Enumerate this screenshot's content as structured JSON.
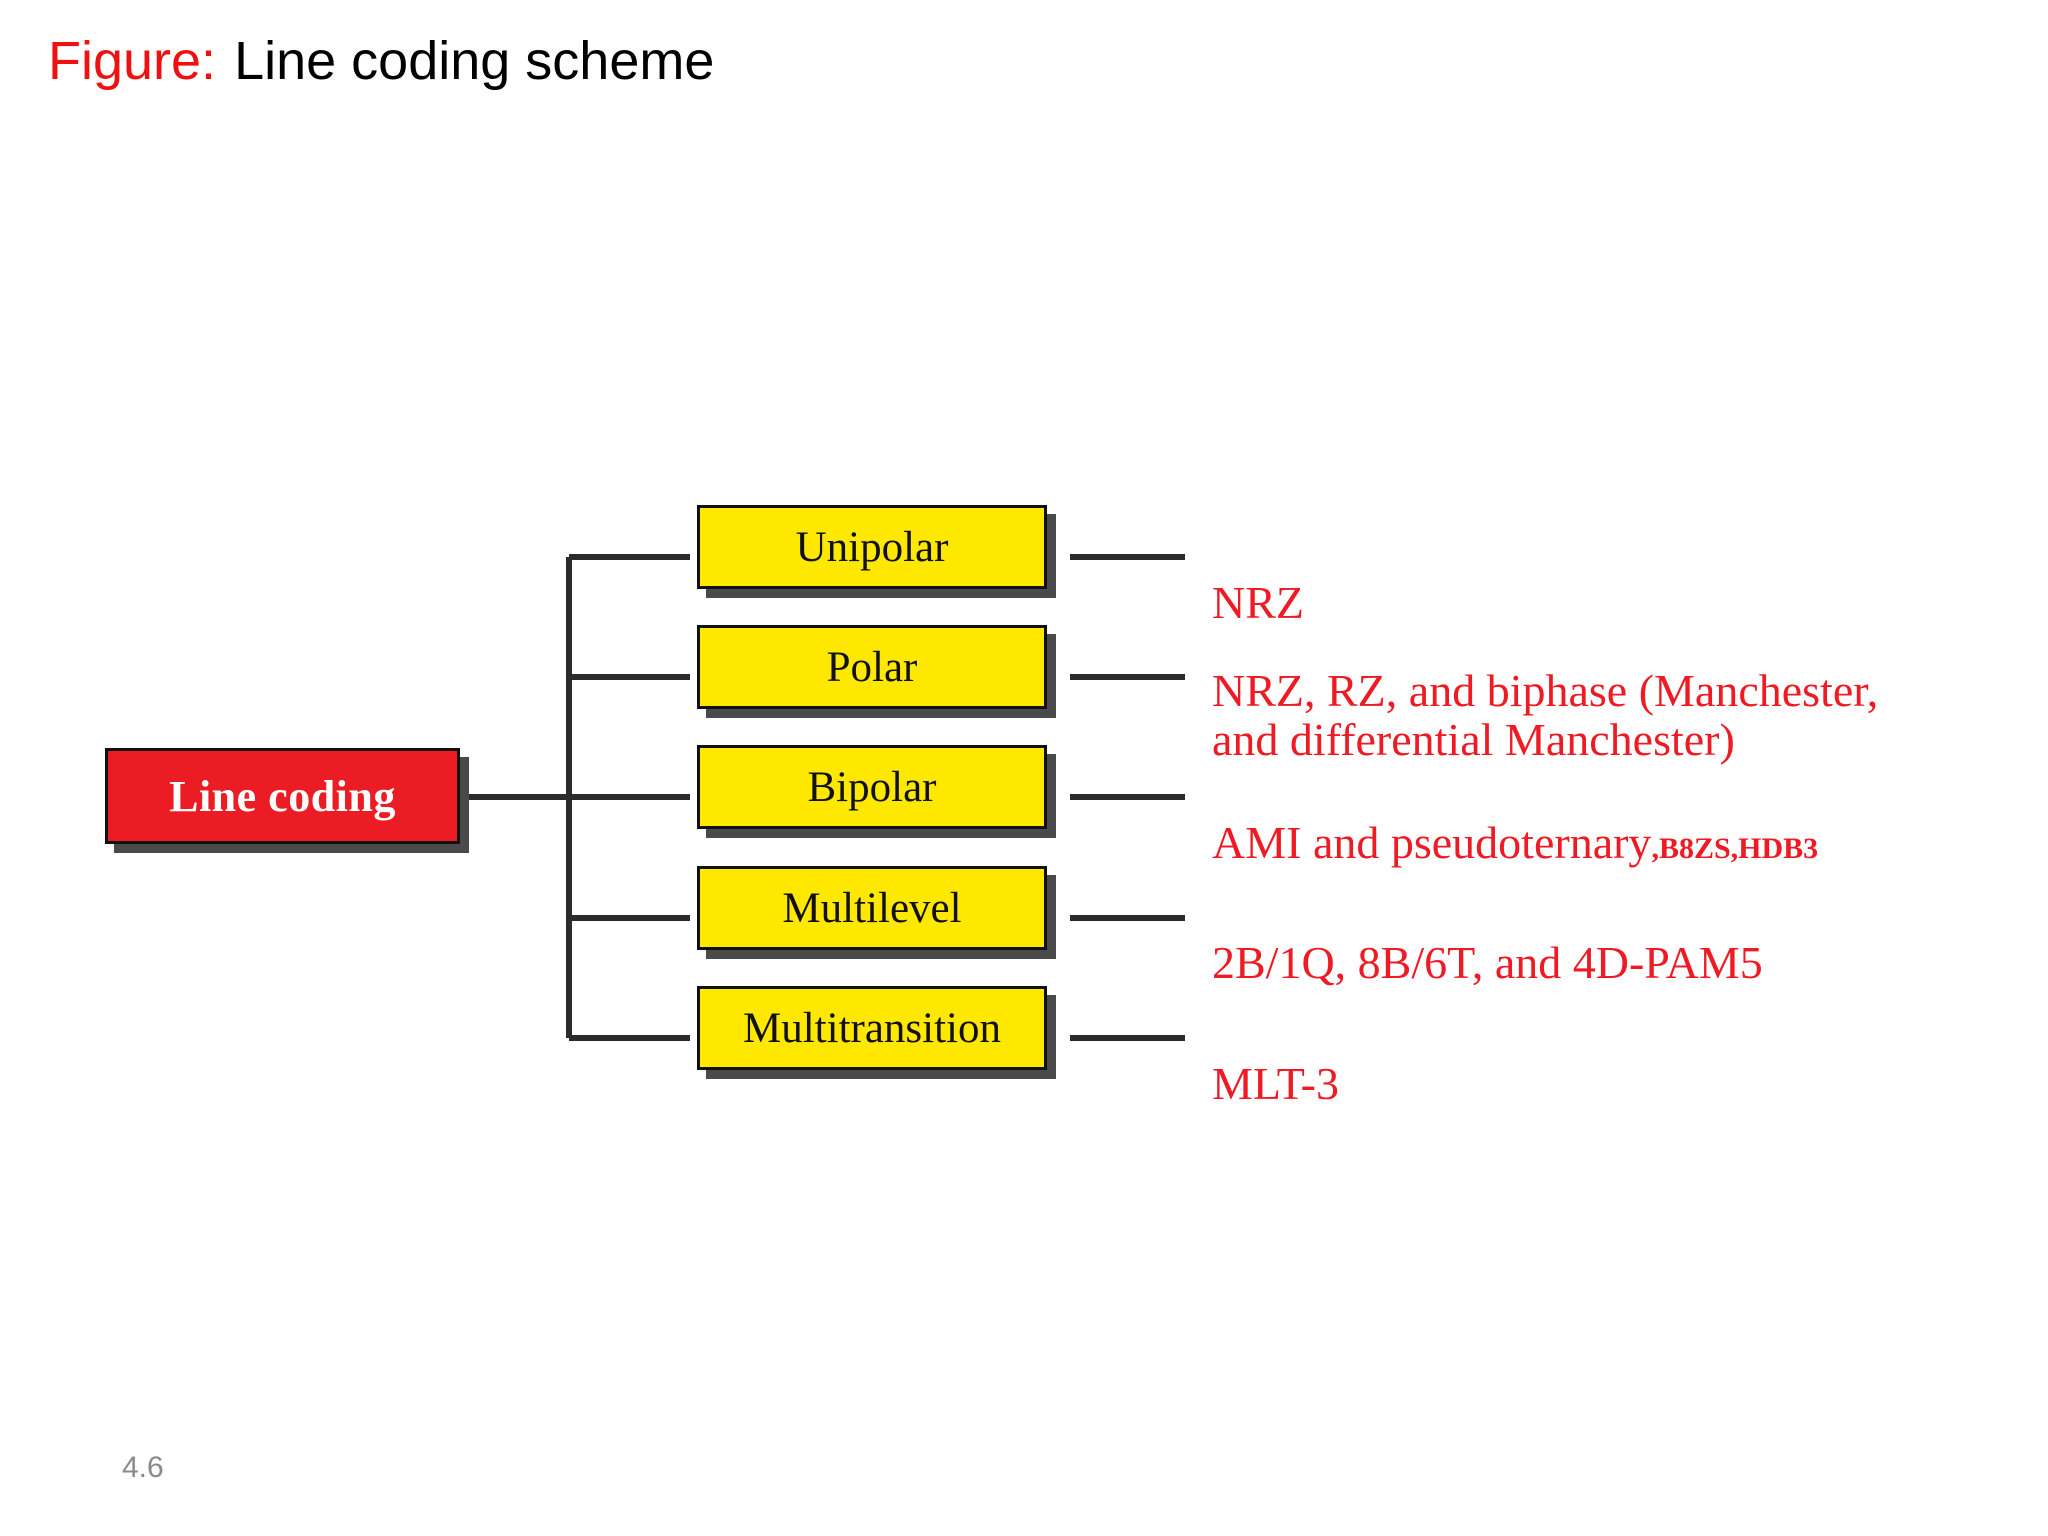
{
  "slide": {
    "title_prefix": "Figure:",
    "title_text": "Line coding scheme",
    "page_number": "4.6",
    "colors": {
      "title_prefix": "#ee1111",
      "title_text": "#000000",
      "root_box_fill": "#ec1c24",
      "root_box_text": "#ffffff",
      "child_box_fill": "#ffe800",
      "child_box_text": "#111111",
      "description_text": "#ee1b24",
      "connector_line": "#2b2b2b",
      "box_shadow": "#4a4a4a",
      "page_number": "#8a8a8a",
      "background": "#ffffff"
    }
  },
  "chart_data": {
    "type": "diagram",
    "title": "Line coding scheme",
    "root": "Line coding",
    "categories": [
      "Unipolar",
      "Polar",
      "Bipolar",
      "Multilevel",
      "Multitransition"
    ],
    "descriptions": [
      "NRZ",
      "NRZ, RZ, and biphase (Manchester,\nand differential Manchester)",
      "AMI and pseudoternary",
      "2B/1Q,  8B/6T, and 4D-PAM5",
      "MLT-3"
    ],
    "description_suffixes": [
      "",
      "",
      ",B8ZS,HDB3",
      "",
      ""
    ]
  },
  "diagram": {
    "root_label": "Line coding",
    "branches": [
      {
        "box_label": "Unipolar",
        "description": "NRZ",
        "description_suffix": ""
      },
      {
        "box_label": "Polar",
        "description": "NRZ, RZ, and biphase (Manchester,\nand differential Manchester)",
        "description_suffix": ""
      },
      {
        "box_label": "Bipolar",
        "description": "AMI and pseudoternary",
        "description_suffix": ",B8ZS,HDB3"
      },
      {
        "box_label": "Multilevel",
        "description": "2B/1Q,  8B/6T, and 4D-PAM5",
        "description_suffix": ""
      },
      {
        "box_label": "Multitransition",
        "description": "MLT-3",
        "description_suffix": ""
      }
    ]
  }
}
